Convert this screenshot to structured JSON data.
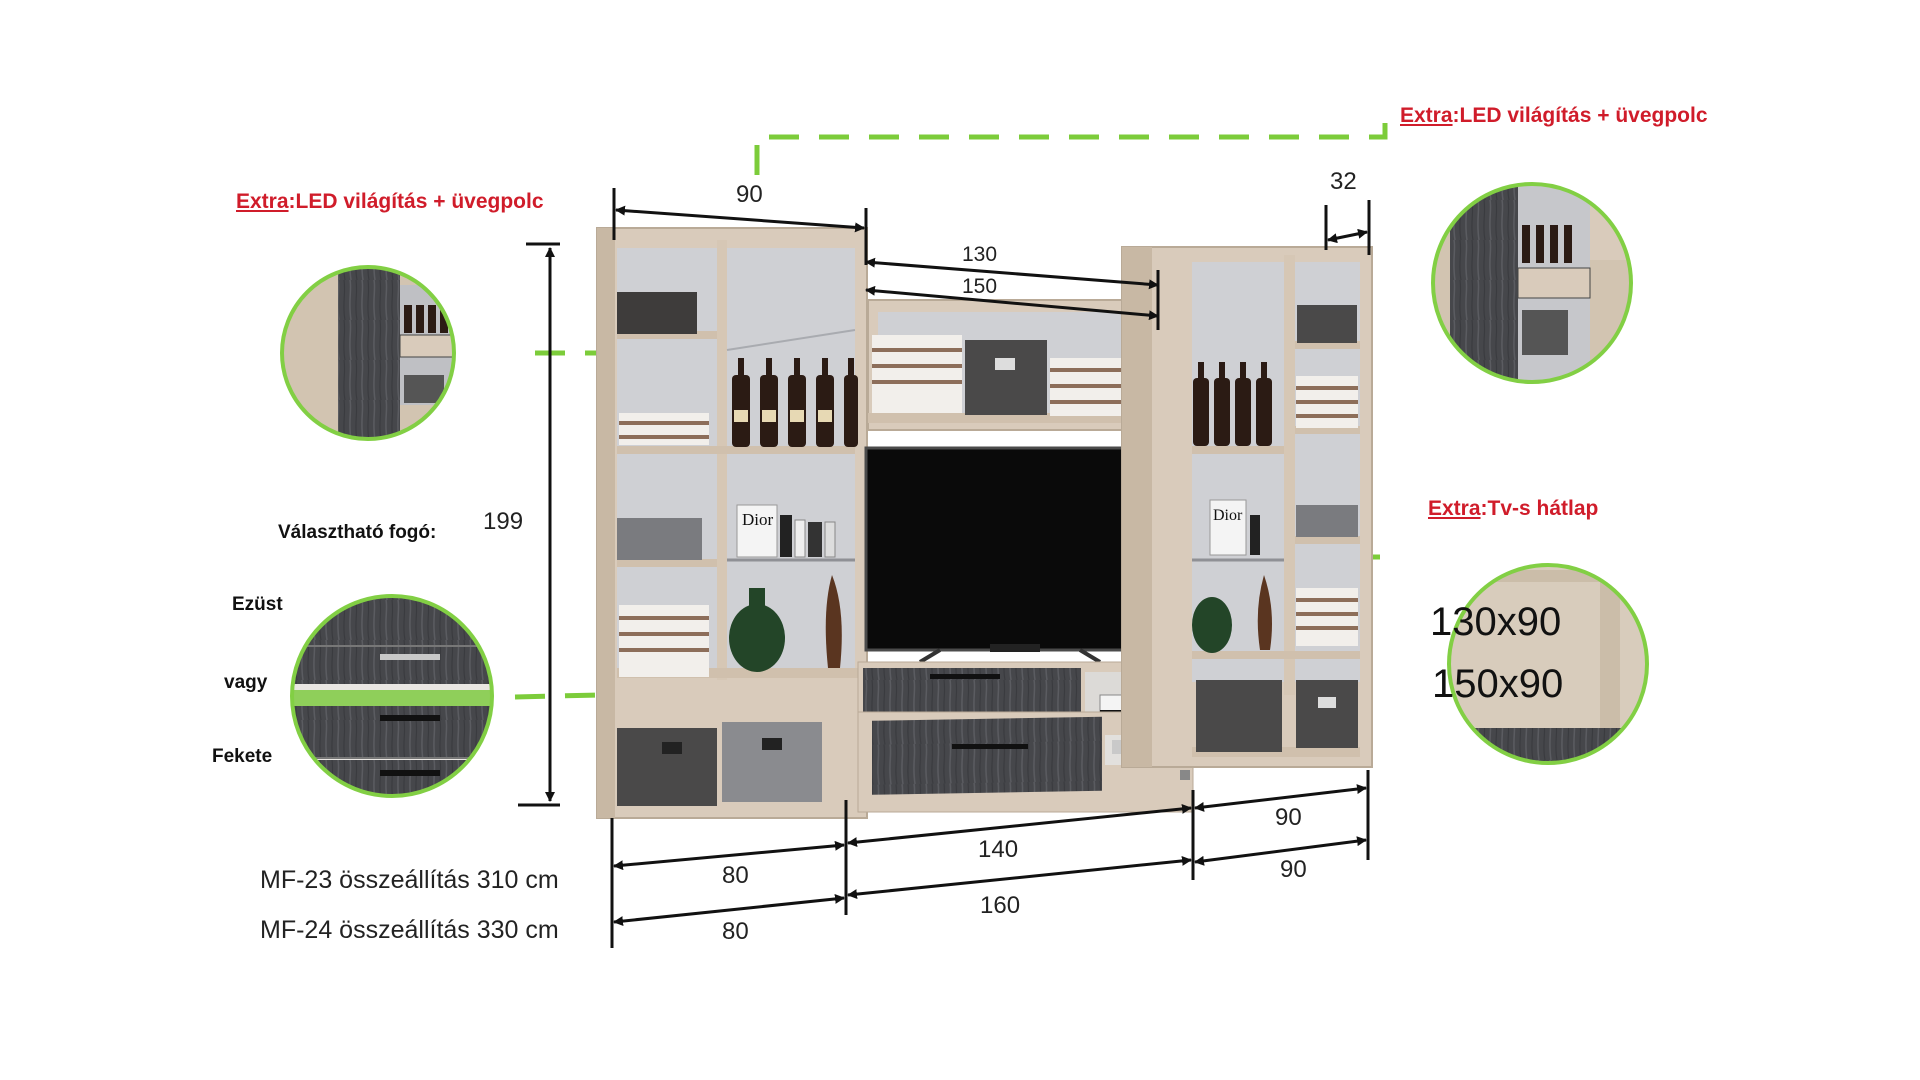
{
  "dimensions": {
    "top_left_width": "90",
    "tv_top_130": "130",
    "tv_top_150": "150",
    "right_depth": "32",
    "height": "199",
    "right_90_a": "90",
    "right_90_b": "90",
    "bottom_80_a": "80",
    "bottom_80_b": "80",
    "bottom_140": "140",
    "bottom_160": "160"
  },
  "callouts": {
    "left_led": {
      "prefix": "Extra",
      "text": ":LED világítás + üvegpolc"
    },
    "right_led": {
      "prefix": "Extra",
      "text": ":LED világítás + üvegpolc"
    },
    "tv_back": {
      "prefix": "Extra",
      "text": ":Tv-s hátlap"
    },
    "handle_title": "Választható fogó:",
    "handle_silver": "Ezüst",
    "handle_or": "vagy",
    "handle_black": "Fekete",
    "tv_size_1": "130x90",
    "tv_size_2": "150x90"
  },
  "captions": {
    "mf23": "MF-23 összeállítás 310 cm",
    "mf24": "MF-24 összeállítás 330 cm"
  },
  "product_labels": {
    "dior_left": "Dior",
    "dior_right": "Dior"
  },
  "colors": {
    "accent_red": "#d01c2a",
    "guide_green": "#7ccc3a",
    "wood": "#d9cbbb",
    "dark_wood": "#45464a"
  }
}
